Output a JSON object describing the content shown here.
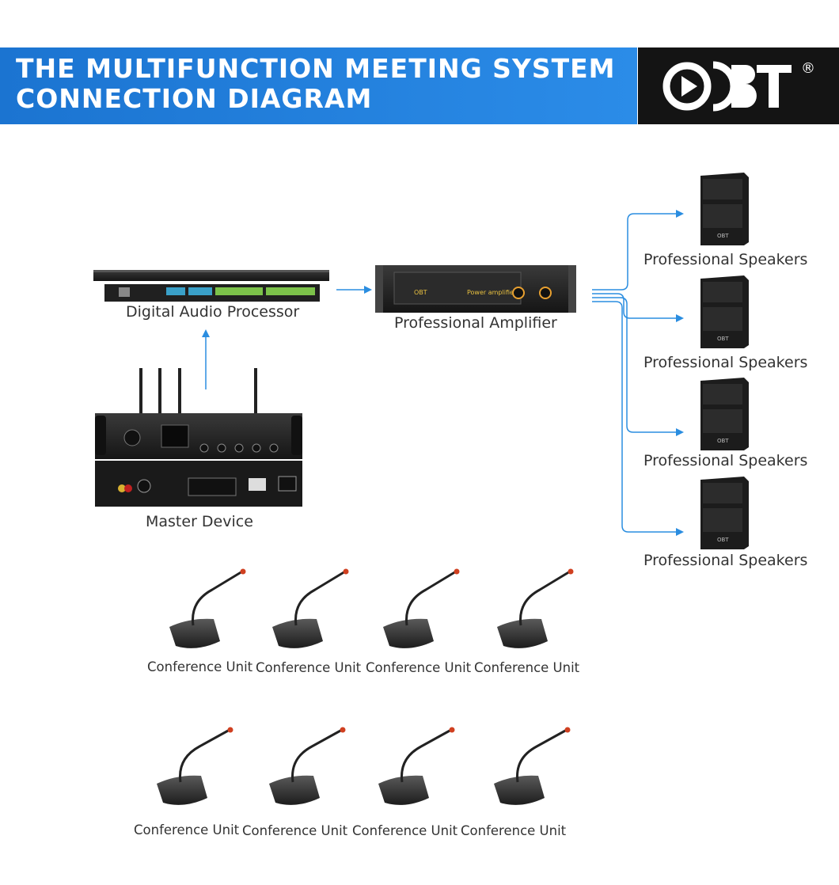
{
  "header": {
    "title_line1": "THE MULTIFUNCTION MEETING SYSTEM",
    "title_line2": "CONNECTION DIAGRAM",
    "logo_text": "OBT",
    "logo_reg": "®"
  },
  "devices": {
    "processor": "Digital Audio Processor",
    "amplifier": "Professional Amplifier",
    "master": "Master Device"
  },
  "speakers": [
    {
      "label": "Professional Speakers"
    },
    {
      "label": "Professional Speakers"
    },
    {
      "label": "Professional Speakers"
    },
    {
      "label": "Professional Speakers"
    }
  ],
  "conference_units": [
    {
      "label": "Conference Unit"
    },
    {
      "label": "Conference Unit"
    },
    {
      "label": "Conference Unit"
    },
    {
      "label": "Conference Unit"
    },
    {
      "label": "Conference Unit"
    },
    {
      "label": "Conference Unit"
    },
    {
      "label": "Conference Unit"
    },
    {
      "label": "Conference Unit"
    }
  ],
  "colors": {
    "banner": "#1b74d1",
    "logo_bg": "#141414",
    "arrow": "#2a8de0"
  }
}
